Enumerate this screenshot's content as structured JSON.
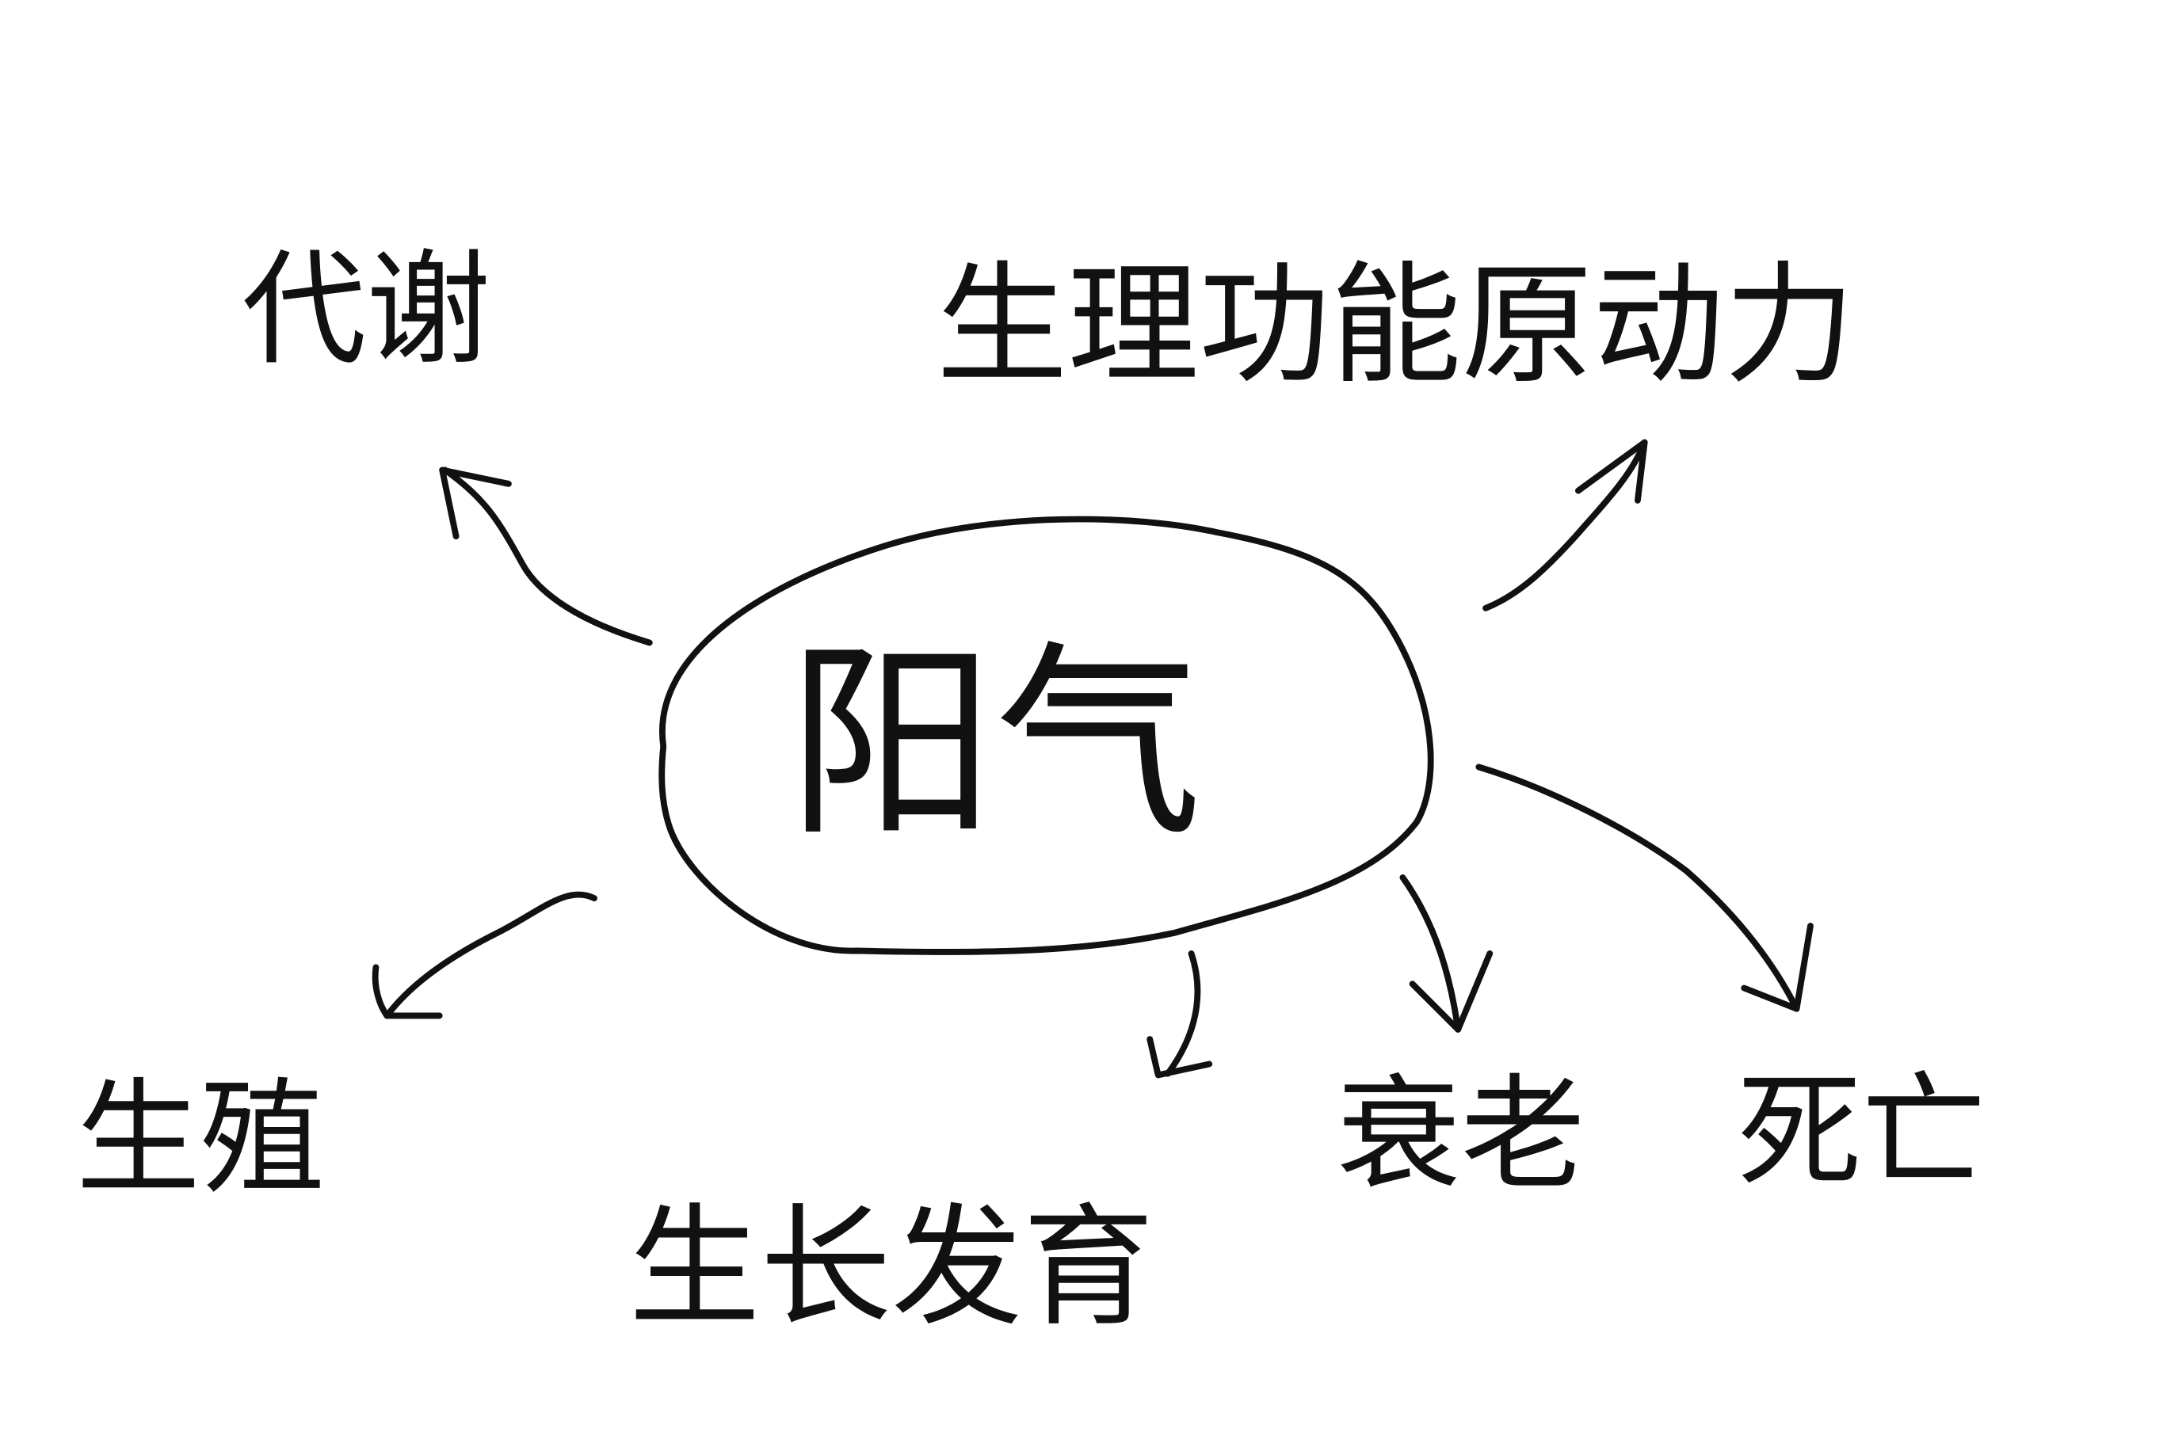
{
  "center": {
    "label": "阳气"
  },
  "branches": [
    {
      "label": "代谢"
    },
    {
      "label": "生理功能原动力"
    },
    {
      "label": "生殖"
    },
    {
      "label": "生长发育"
    },
    {
      "label": "衰老"
    },
    {
      "label": "死亡"
    }
  ],
  "colors": {
    "ink": "#111111",
    "background": "#ffffff"
  }
}
